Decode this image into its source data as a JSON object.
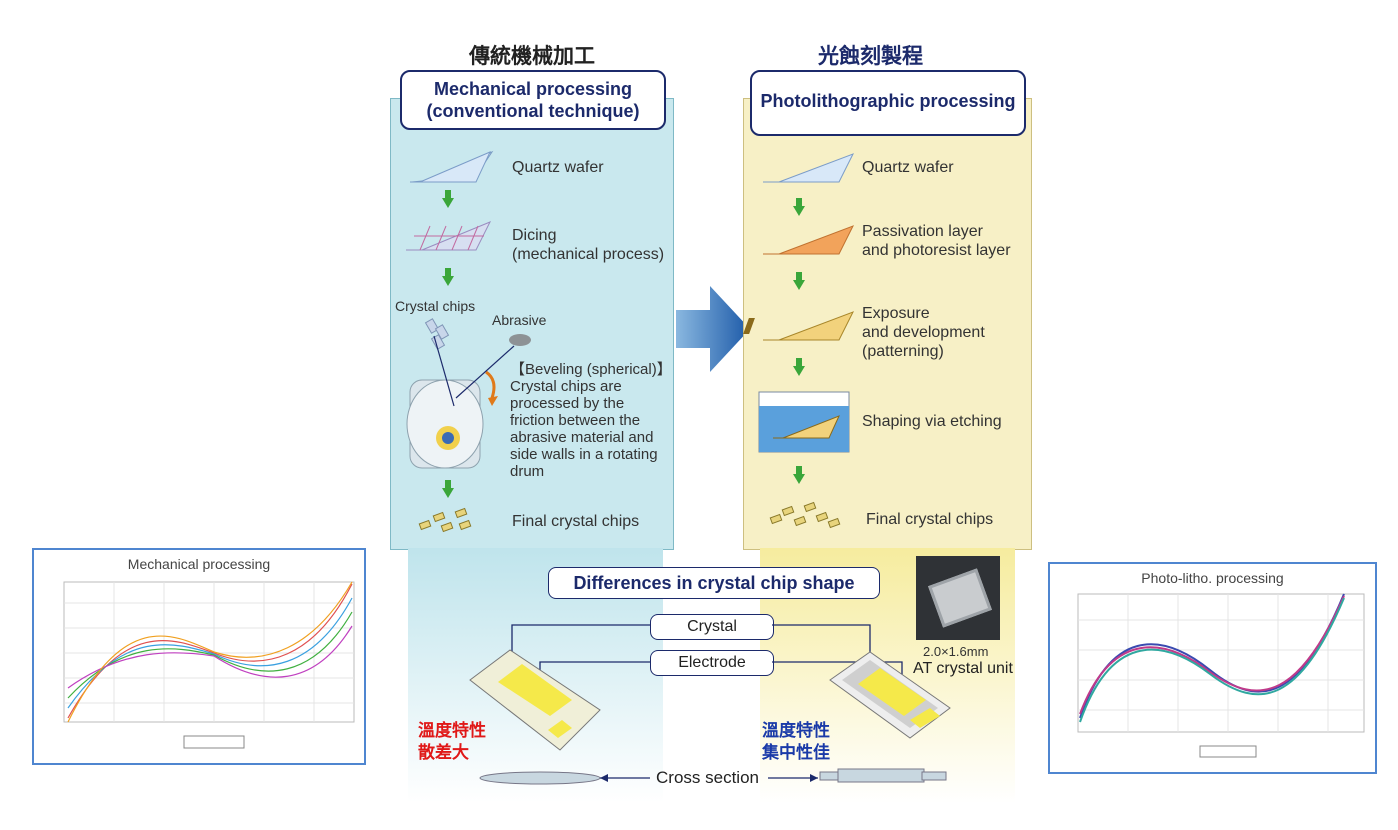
{
  "headings": {
    "left_cn": "傳統機械加工",
    "right_cn": "光蝕刻製程"
  },
  "left_panel": {
    "title_line1": "Mechanical processing",
    "title_line2": "(conventional technique)",
    "steps": {
      "quartz": "Quartz wafer",
      "dicing1": "Dicing",
      "dicing2": "(mechanical process)",
      "crystal_chips_label": "Crystal chips",
      "abrasive_label": "Abrasive",
      "beveling_title": "【Beveling (spherical)】",
      "beveling_1": "Crystal chips are",
      "beveling_2": "processed by the",
      "beveling_3": "friction between the",
      "beveling_4": "abrasive material and",
      "beveling_5": "side walls in a rotating",
      "beveling_6": "drum",
      "final": "Final crystal chips"
    }
  },
  "right_panel": {
    "title": "Photolithographic processing",
    "steps": {
      "quartz": "Quartz wafer",
      "passivation1": "Passivation layer",
      "passivation2": "and photoresist layer",
      "exposure1": "Exposure",
      "exposure2": "and development",
      "exposure3": "(patterning)",
      "shaping": "Shaping via etching",
      "final": "Final crystal chips"
    }
  },
  "bottom": {
    "differences_title": "Differences in crystal chip shape",
    "crystal_label": "Crystal",
    "electrode_label": "Electrode",
    "unit_size": "2.0×1.6mm",
    "unit_name": "AT crystal unit",
    "left_note1": "溫度特性",
    "left_note2": "散差大",
    "right_note1": "溫度特性",
    "right_note2": "集中性佳",
    "cross_section": "Cross section"
  },
  "charts": {
    "left_title": "Mechanical processing",
    "right_title": "Photo-litho. processing"
  },
  "colors": {
    "navy": "#1c2a6b",
    "arrow_green": "#3aa63a",
    "red_note": "#e01818",
    "blue_note": "#1a3aa8"
  }
}
